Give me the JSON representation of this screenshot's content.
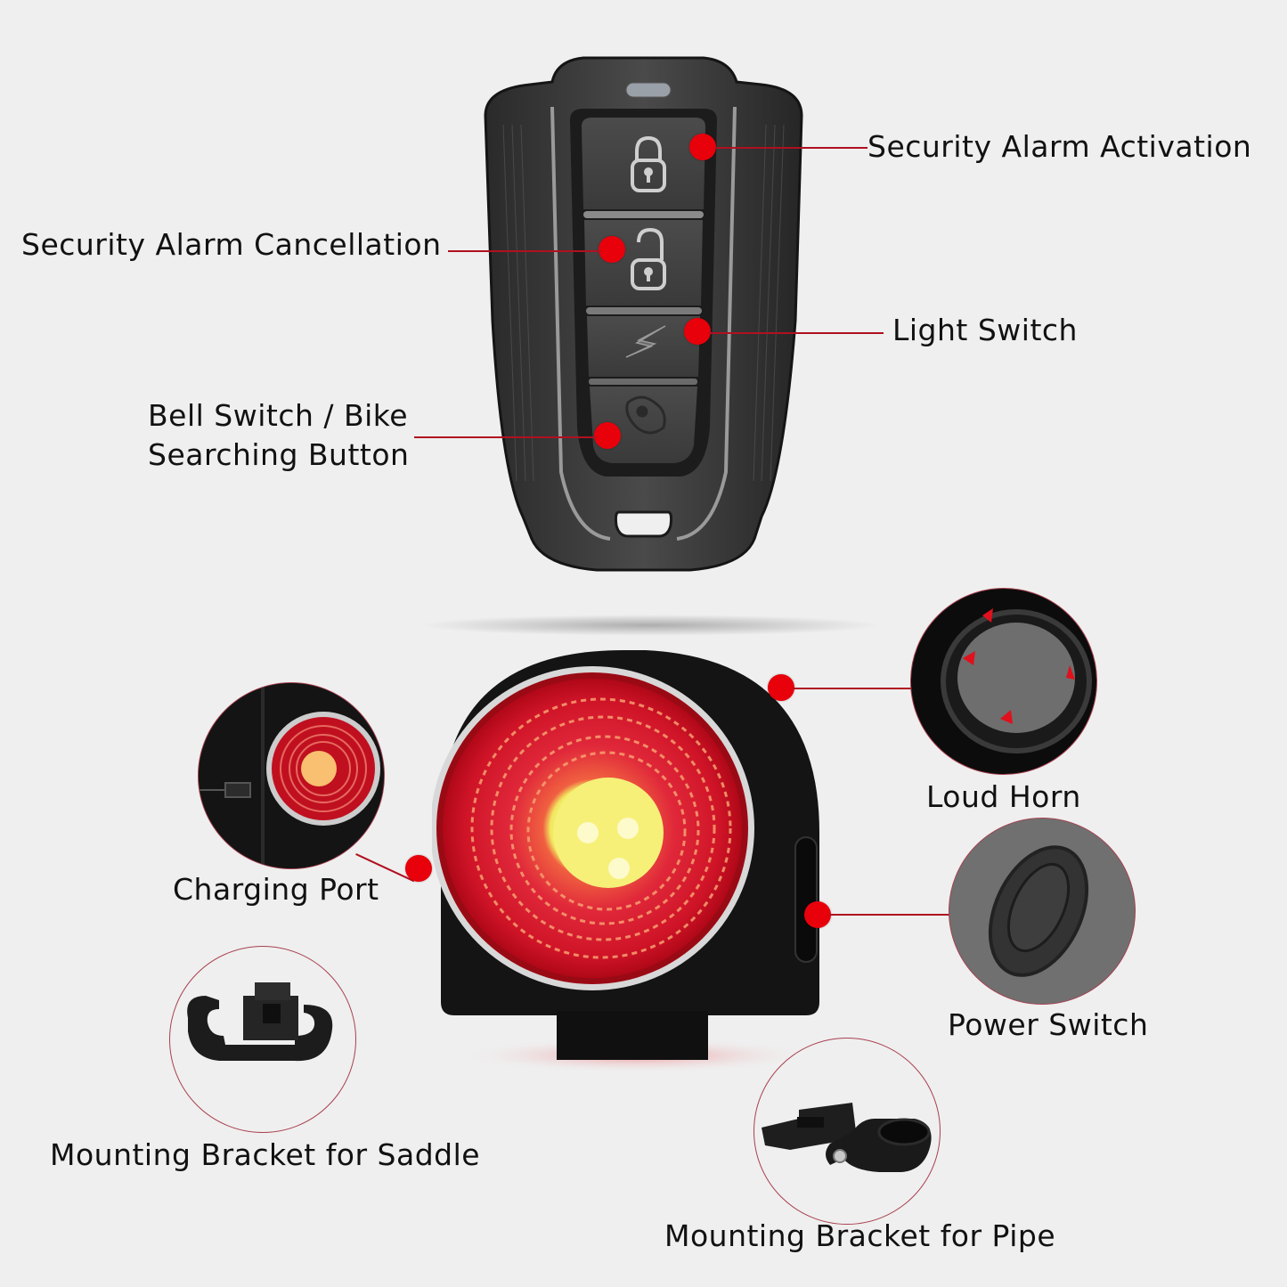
{
  "colors": {
    "background": "#efefef",
    "callout_dot": "#e8000b",
    "callout_line": "#b01020",
    "text": "#111111",
    "taillight_red": "#e0101c",
    "taillight_center": "#f4f07a"
  },
  "remote": {
    "buttons": [
      {
        "icon": "lock-icon",
        "label": "Security Alarm Activation"
      },
      {
        "icon": "unlock-icon",
        "label": "Security Alarm Cancellation"
      },
      {
        "icon": "lightning-icon",
        "label": "Light Switch"
      },
      {
        "icon": "bell-icon",
        "label": "Bell Switch / Bike Searching Button"
      }
    ]
  },
  "taillight": {
    "callouts": [
      {
        "icon": "horn-button-icon",
        "label": "Loud Horn"
      },
      {
        "icon": "power-button-icon",
        "label": "Power Switch"
      },
      {
        "icon": "usb-port-icon",
        "label": "Charging Port"
      }
    ]
  },
  "accessories": [
    {
      "icon": "saddle-bracket-icon",
      "label": "Mounting Bracket for Saddle"
    },
    {
      "icon": "pipe-bracket-icon",
      "label": "Mounting Bracket for Pipe"
    }
  ]
}
